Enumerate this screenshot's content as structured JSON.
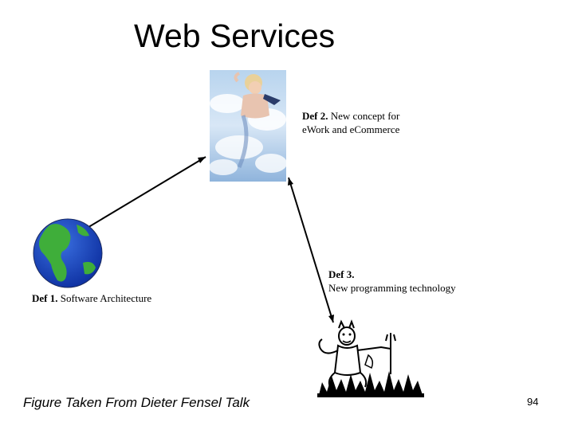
{
  "title": "Web Services",
  "definitions": {
    "def1": {
      "label": "Def 1.",
      "text": "Software Architecture"
    },
    "def2": {
      "label": "Def 2.",
      "text_line1": "New concept for",
      "text_line2": "eWork and eCommerce"
    },
    "def3": {
      "label": "Def 3.",
      "text": "New programming technology"
    }
  },
  "footer": "Figure Taken From Dieter Fensel Talk",
  "page_number": "94",
  "icons": [
    "globe-icon",
    "angel-in-clouds-image",
    "devil-in-flames-image"
  ]
}
